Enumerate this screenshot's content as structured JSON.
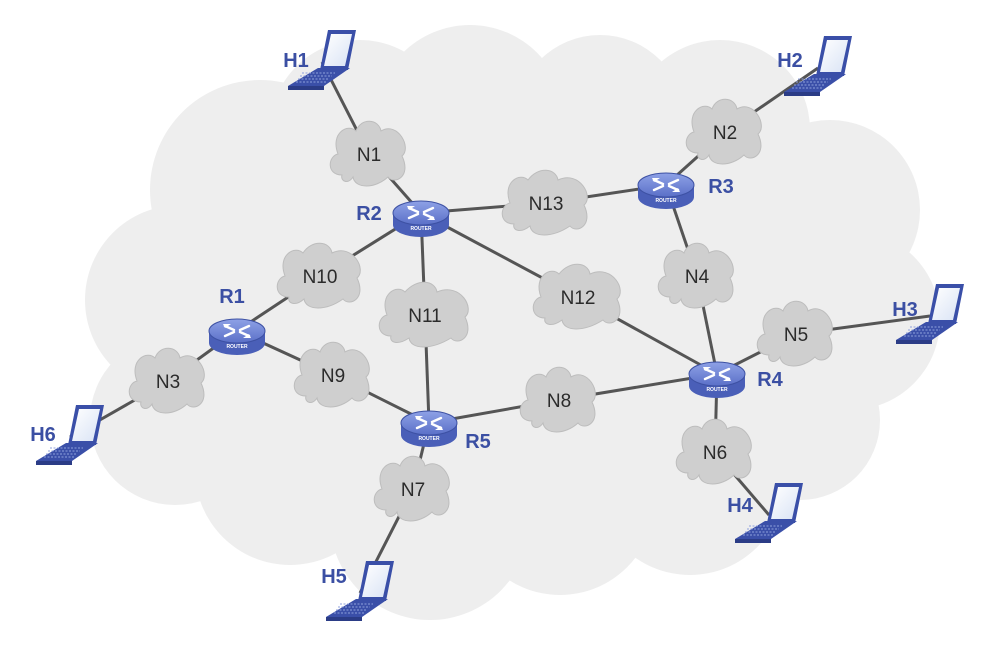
{
  "diagram": {
    "routers": [
      {
        "id": "R1",
        "label": "R1",
        "tag": "ROUTER"
      },
      {
        "id": "R2",
        "label": "R2",
        "tag": "ROUTER"
      },
      {
        "id": "R3",
        "label": "R3",
        "tag": "ROUTER"
      },
      {
        "id": "R4",
        "label": "R4",
        "tag": "ROUTER"
      },
      {
        "id": "R5",
        "label": "R5",
        "tag": "ROUTER"
      }
    ],
    "networks": [
      {
        "id": "N1",
        "label": "N1"
      },
      {
        "id": "N2",
        "label": "N2"
      },
      {
        "id": "N3",
        "label": "N3"
      },
      {
        "id": "N4",
        "label": "N4"
      },
      {
        "id": "N5",
        "label": "N5"
      },
      {
        "id": "N6",
        "label": "N6"
      },
      {
        "id": "N7",
        "label": "N7"
      },
      {
        "id": "N8",
        "label": "N8"
      },
      {
        "id": "N9",
        "label": "N9"
      },
      {
        "id": "N10",
        "label": "N10"
      },
      {
        "id": "N11",
        "label": "N11"
      },
      {
        "id": "N12",
        "label": "N12"
      },
      {
        "id": "N13",
        "label": "N13"
      }
    ],
    "hosts": [
      {
        "id": "H1",
        "label": "H1"
      },
      {
        "id": "H2",
        "label": "H2"
      },
      {
        "id": "H3",
        "label": "H3"
      },
      {
        "id": "H4",
        "label": "H4"
      },
      {
        "id": "H5",
        "label": "H5"
      },
      {
        "id": "H6",
        "label": "H6"
      }
    ],
    "links": [
      [
        "H1",
        "N1"
      ],
      [
        "N1",
        "R2"
      ],
      [
        "R2",
        "N13"
      ],
      [
        "N13",
        "R3"
      ],
      [
        "H2",
        "N2"
      ],
      [
        "N2",
        "R3"
      ],
      [
        "R3",
        "N4"
      ],
      [
        "N4",
        "R4"
      ],
      [
        "R2",
        "N10"
      ],
      [
        "N10",
        "R1"
      ],
      [
        "R2",
        "N11"
      ],
      [
        "N11",
        "R5"
      ],
      [
        "R2",
        "N12"
      ],
      [
        "N12",
        "R4"
      ],
      [
        "R1",
        "N9"
      ],
      [
        "N9",
        "R5"
      ],
      [
        "R1",
        "N3"
      ],
      [
        "N3",
        "H6"
      ],
      [
        "R5",
        "N8"
      ],
      [
        "N8",
        "R4"
      ],
      [
        "R5",
        "N7"
      ],
      [
        "N7",
        "H5"
      ],
      [
        "R4",
        "N5"
      ],
      [
        "N5",
        "H3"
      ],
      [
        "R4",
        "N6"
      ],
      [
        "N6",
        "H4"
      ]
    ],
    "colors": {
      "cloud_background": "#eeeeee",
      "network_cloud": "#cfcfcf",
      "link": "#555555",
      "router_body": "#4a5fb8",
      "router_top": "#6f85d8",
      "label_blue": "#3b4fa3",
      "laptop_body": "#3a4fa8",
      "laptop_screen": "#eef3fb"
    }
  }
}
